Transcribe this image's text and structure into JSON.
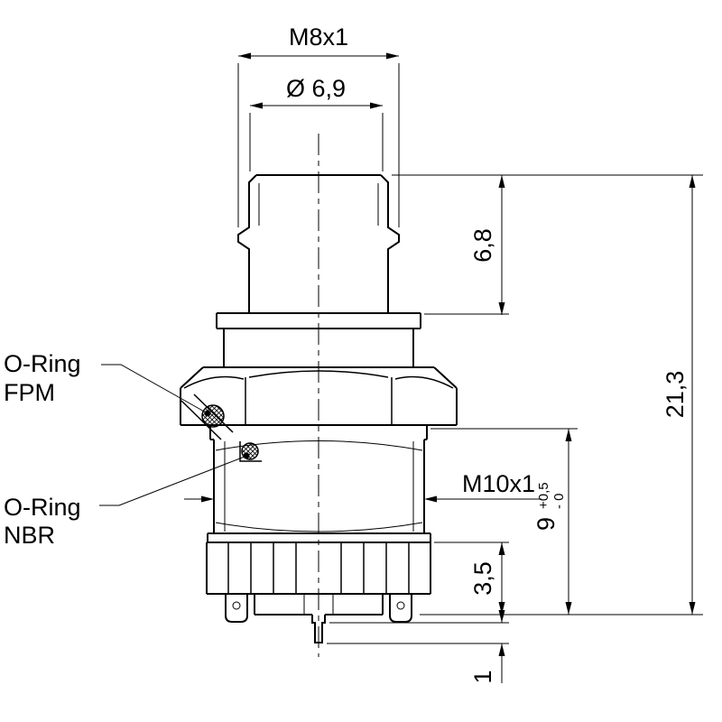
{
  "colors": {
    "line": "#000000",
    "background": "#ffffff"
  },
  "drawing": {
    "type": "technical-dimension-drawing",
    "subject": "threaded-panel-connector-cross-section",
    "dims": {
      "m8": "M8x1",
      "d69": "Ø 6,9",
      "h68": "6,8",
      "h213": "21,3",
      "m10": "M10x1",
      "h9": "9",
      "h9_tol_plus": "+0,5",
      "h9_tol_minus": "- 0",
      "h35": "3,5",
      "h1": "1"
    },
    "labels": {
      "fpm_1": "O-Ring",
      "fpm_2": "FPM",
      "nbr_1": "O-Ring",
      "nbr_2": "NBR"
    }
  }
}
